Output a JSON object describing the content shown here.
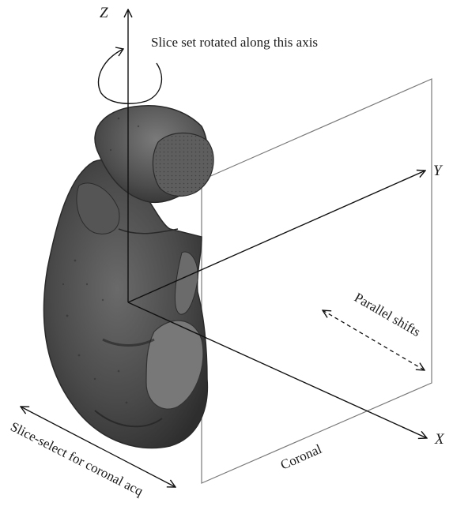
{
  "axes": {
    "z_label": "Z",
    "y_label": "Y",
    "x_label": "X"
  },
  "annotations": {
    "rotation": "Slice set rotated along this axis",
    "parallel_shifts": "Parallel shifts",
    "coronal_plane": "Coronal",
    "slice_select": "Slice-select for coronal acq"
  },
  "colors": {
    "line": "#111111",
    "plane_outline": "#7a7a7a",
    "specimen_dark": "#3b3b3b",
    "specimen_mid": "#5a5a5a",
    "specimen_light": "#8a8a8a"
  }
}
